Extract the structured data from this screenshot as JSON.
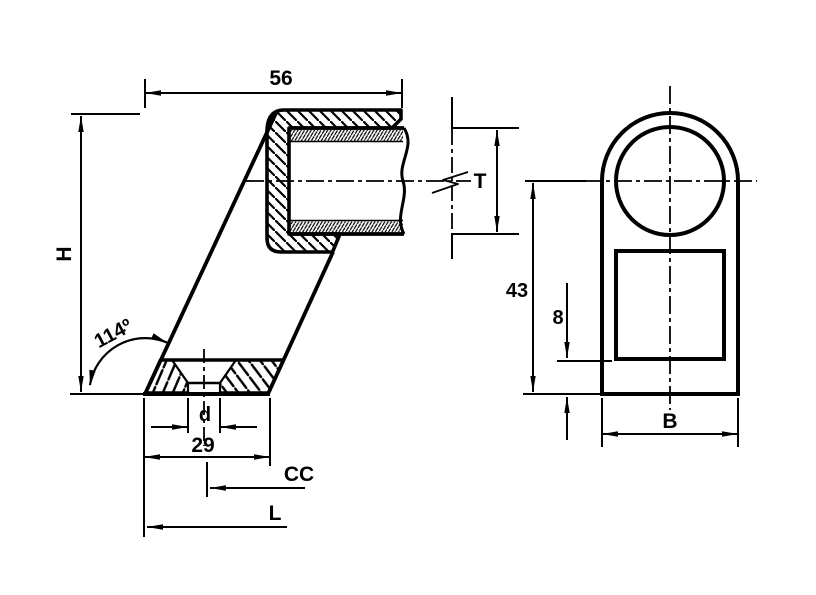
{
  "drawing": {
    "type": "two-view engineering section drawing of an angled tube-clamp bracket",
    "colors": {
      "background": "#ffffff",
      "line": "#000000"
    }
  },
  "dimensions": {
    "top_width": "56",
    "overall_height": "H",
    "base_angle": "114º",
    "hole_diameter": "d",
    "base_width": "29",
    "center_distance": "CC",
    "overall_length": "L",
    "tube_diameter": "T",
    "side_height": "43",
    "base_height": "8",
    "body_width": "B"
  }
}
